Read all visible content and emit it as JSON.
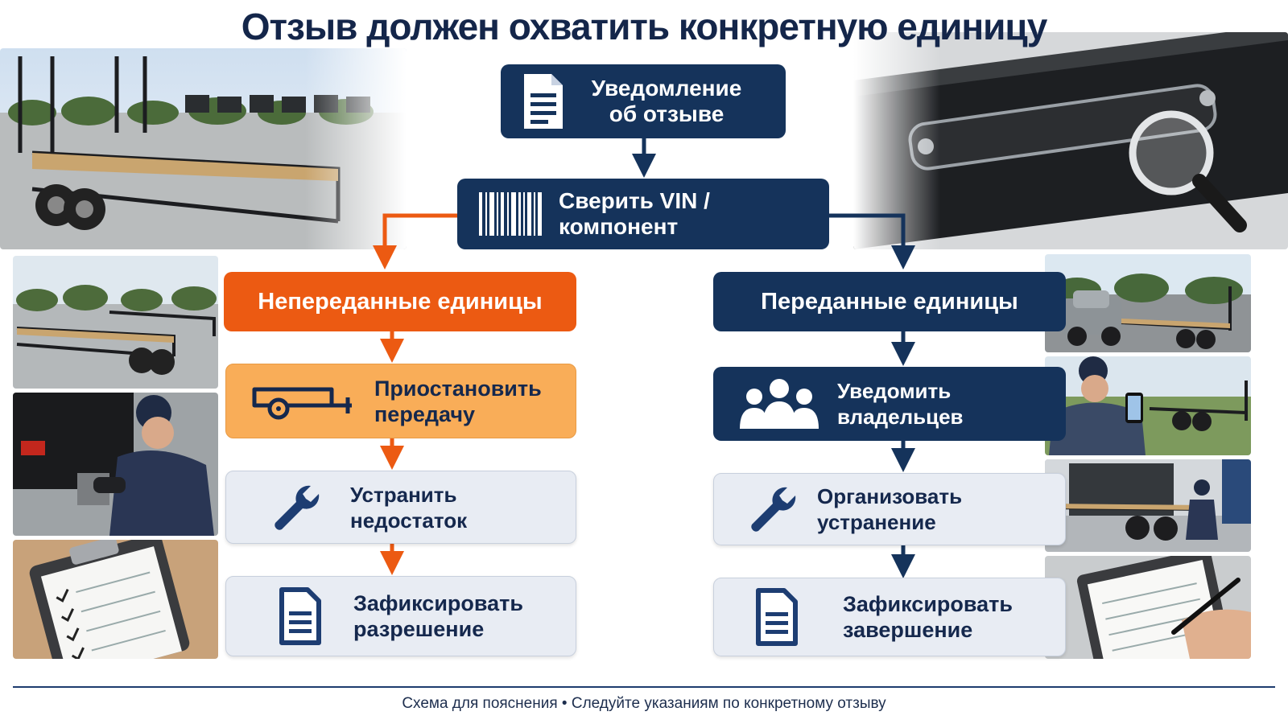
{
  "title": "Отзыв должен охватить конкретную единицу",
  "flow": {
    "notice": "Уведомление об отзыве",
    "verify": "Сверить VIN / компонент",
    "left_branch": {
      "header": "Непереданные единицы",
      "steps": [
        "Приостановить передачу",
        "Устранить недостаток",
        "Зафиксировать разрешение"
      ]
    },
    "right_branch": {
      "header": "Переданные единицы",
      "steps": [
        "Уведомить владельцев",
        "Организовать устранение",
        "Зафиксировать завершение"
      ]
    }
  },
  "footer": "Схема для пояснения • Следуйте указаниям по конкретному отзыву",
  "colors": {
    "navy": "#15335b",
    "orange": "#ec5a12",
    "orange_light": "#f9ad58",
    "grey_box": "#e8ecf3",
    "title": "#14264a"
  },
  "icons": {
    "notice": "document-icon",
    "verify": "barcode-icon",
    "pause": "trailer-icon",
    "fix": "wrench-icon",
    "owners": "people-icon",
    "record": "document-icon"
  }
}
